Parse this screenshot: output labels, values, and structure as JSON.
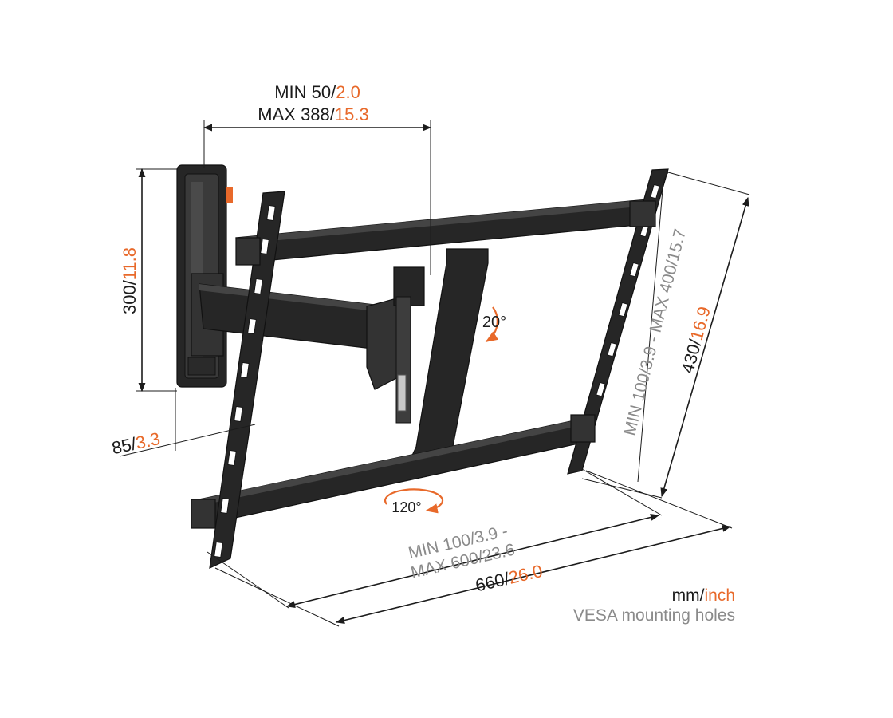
{
  "colors": {
    "dark": "#1c1c1c",
    "accent": "#e8692a",
    "grey": "#8a8a8a"
  },
  "dimensions": {
    "arm_span": {
      "min_mm": "MIN 50/",
      "min_in": "2.0",
      "max_mm": "MAX 388/",
      "max_in": "15.3"
    },
    "wall_plate_height": {
      "mm": "300/",
      "in": "11.8"
    },
    "wall_depth": {
      "mm": "85/",
      "in": "3.3"
    },
    "tilt": {
      "label": "20°"
    },
    "swivel": {
      "label": "120°"
    },
    "vesa_vertical": {
      "min_mm": "MIN 100/",
      "min_in": "3.9",
      "sep": " - ",
      "max_mm": "MAX 400/",
      "max_in": "15.7"
    },
    "total_height": {
      "mm": "430/",
      "in": "16.9"
    },
    "vesa_horizontal": {
      "line1_mm": "MIN 100/",
      "line1_in": "3.9 -",
      "line2_mm": "MAX 600/",
      "line2_in": "23.6"
    },
    "total_width": {
      "mm": "660/",
      "in": "26.0"
    }
  },
  "legend": {
    "unit_mm": "mm/",
    "unit_inch": "inch",
    "vesa_note": "VESA mounting holes"
  }
}
